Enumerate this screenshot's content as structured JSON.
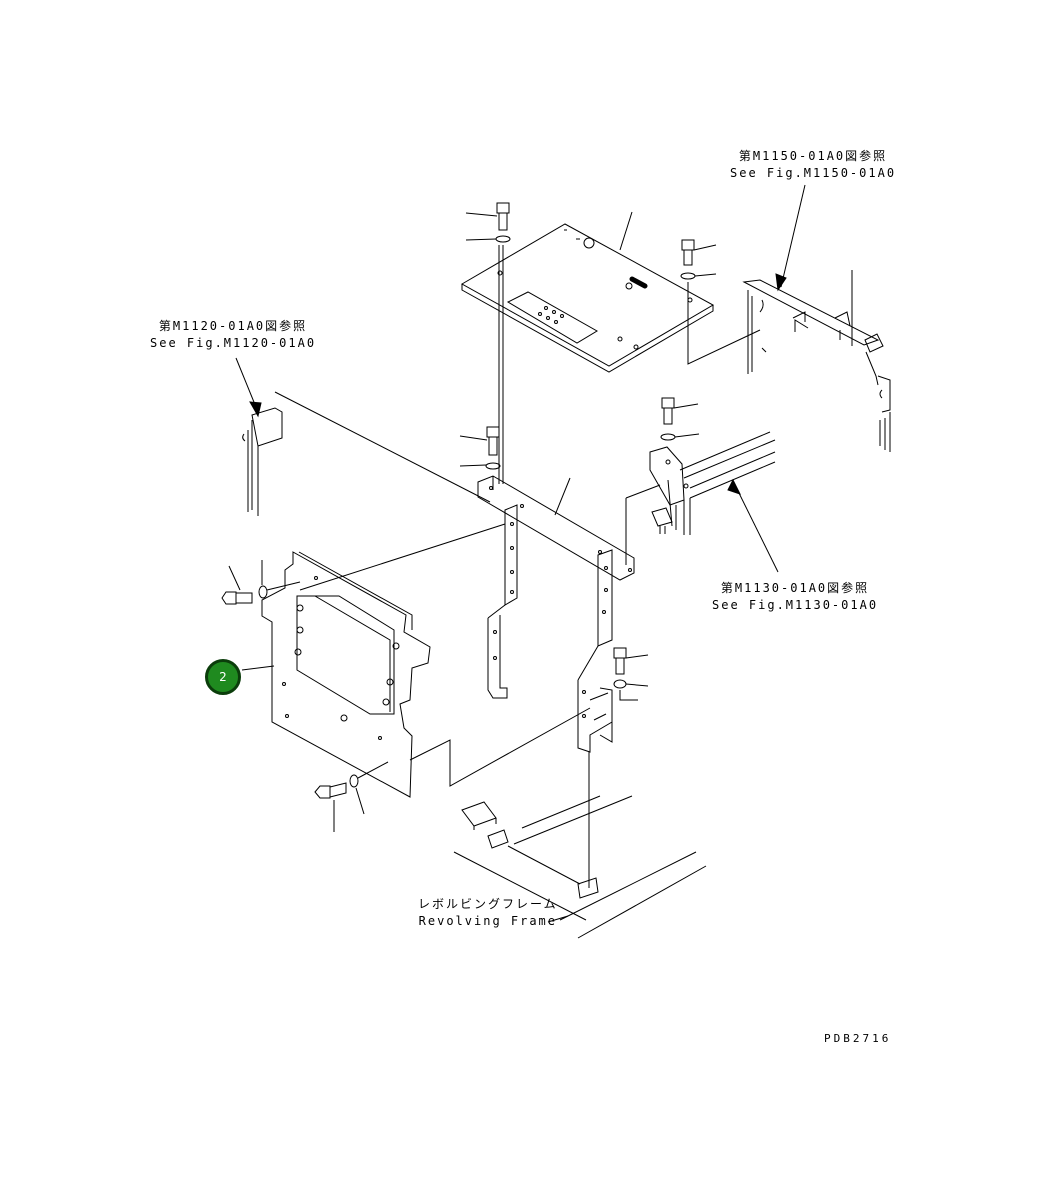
{
  "references": {
    "m1150": {
      "jp": "第M1150-01A0図参照",
      "en": "See Fig.M1150-01A0"
    },
    "m1120": {
      "jp": "第M1120-01A0図参照",
      "en": "See Fig.M1120-01A0"
    },
    "m1130": {
      "jp": "第M1130-01A0図参照",
      "en": "See Fig.M1130-01A0"
    }
  },
  "frame_label": {
    "jp": "レボルビングフレーム",
    "en": "Revolving Frame"
  },
  "callouts": [
    {
      "number": "2"
    }
  ],
  "drawing_id": "PDB2716",
  "colors": {
    "callout_fill": "#1f8a1f",
    "callout_border": "#0b3d0b",
    "line": "#000000"
  }
}
